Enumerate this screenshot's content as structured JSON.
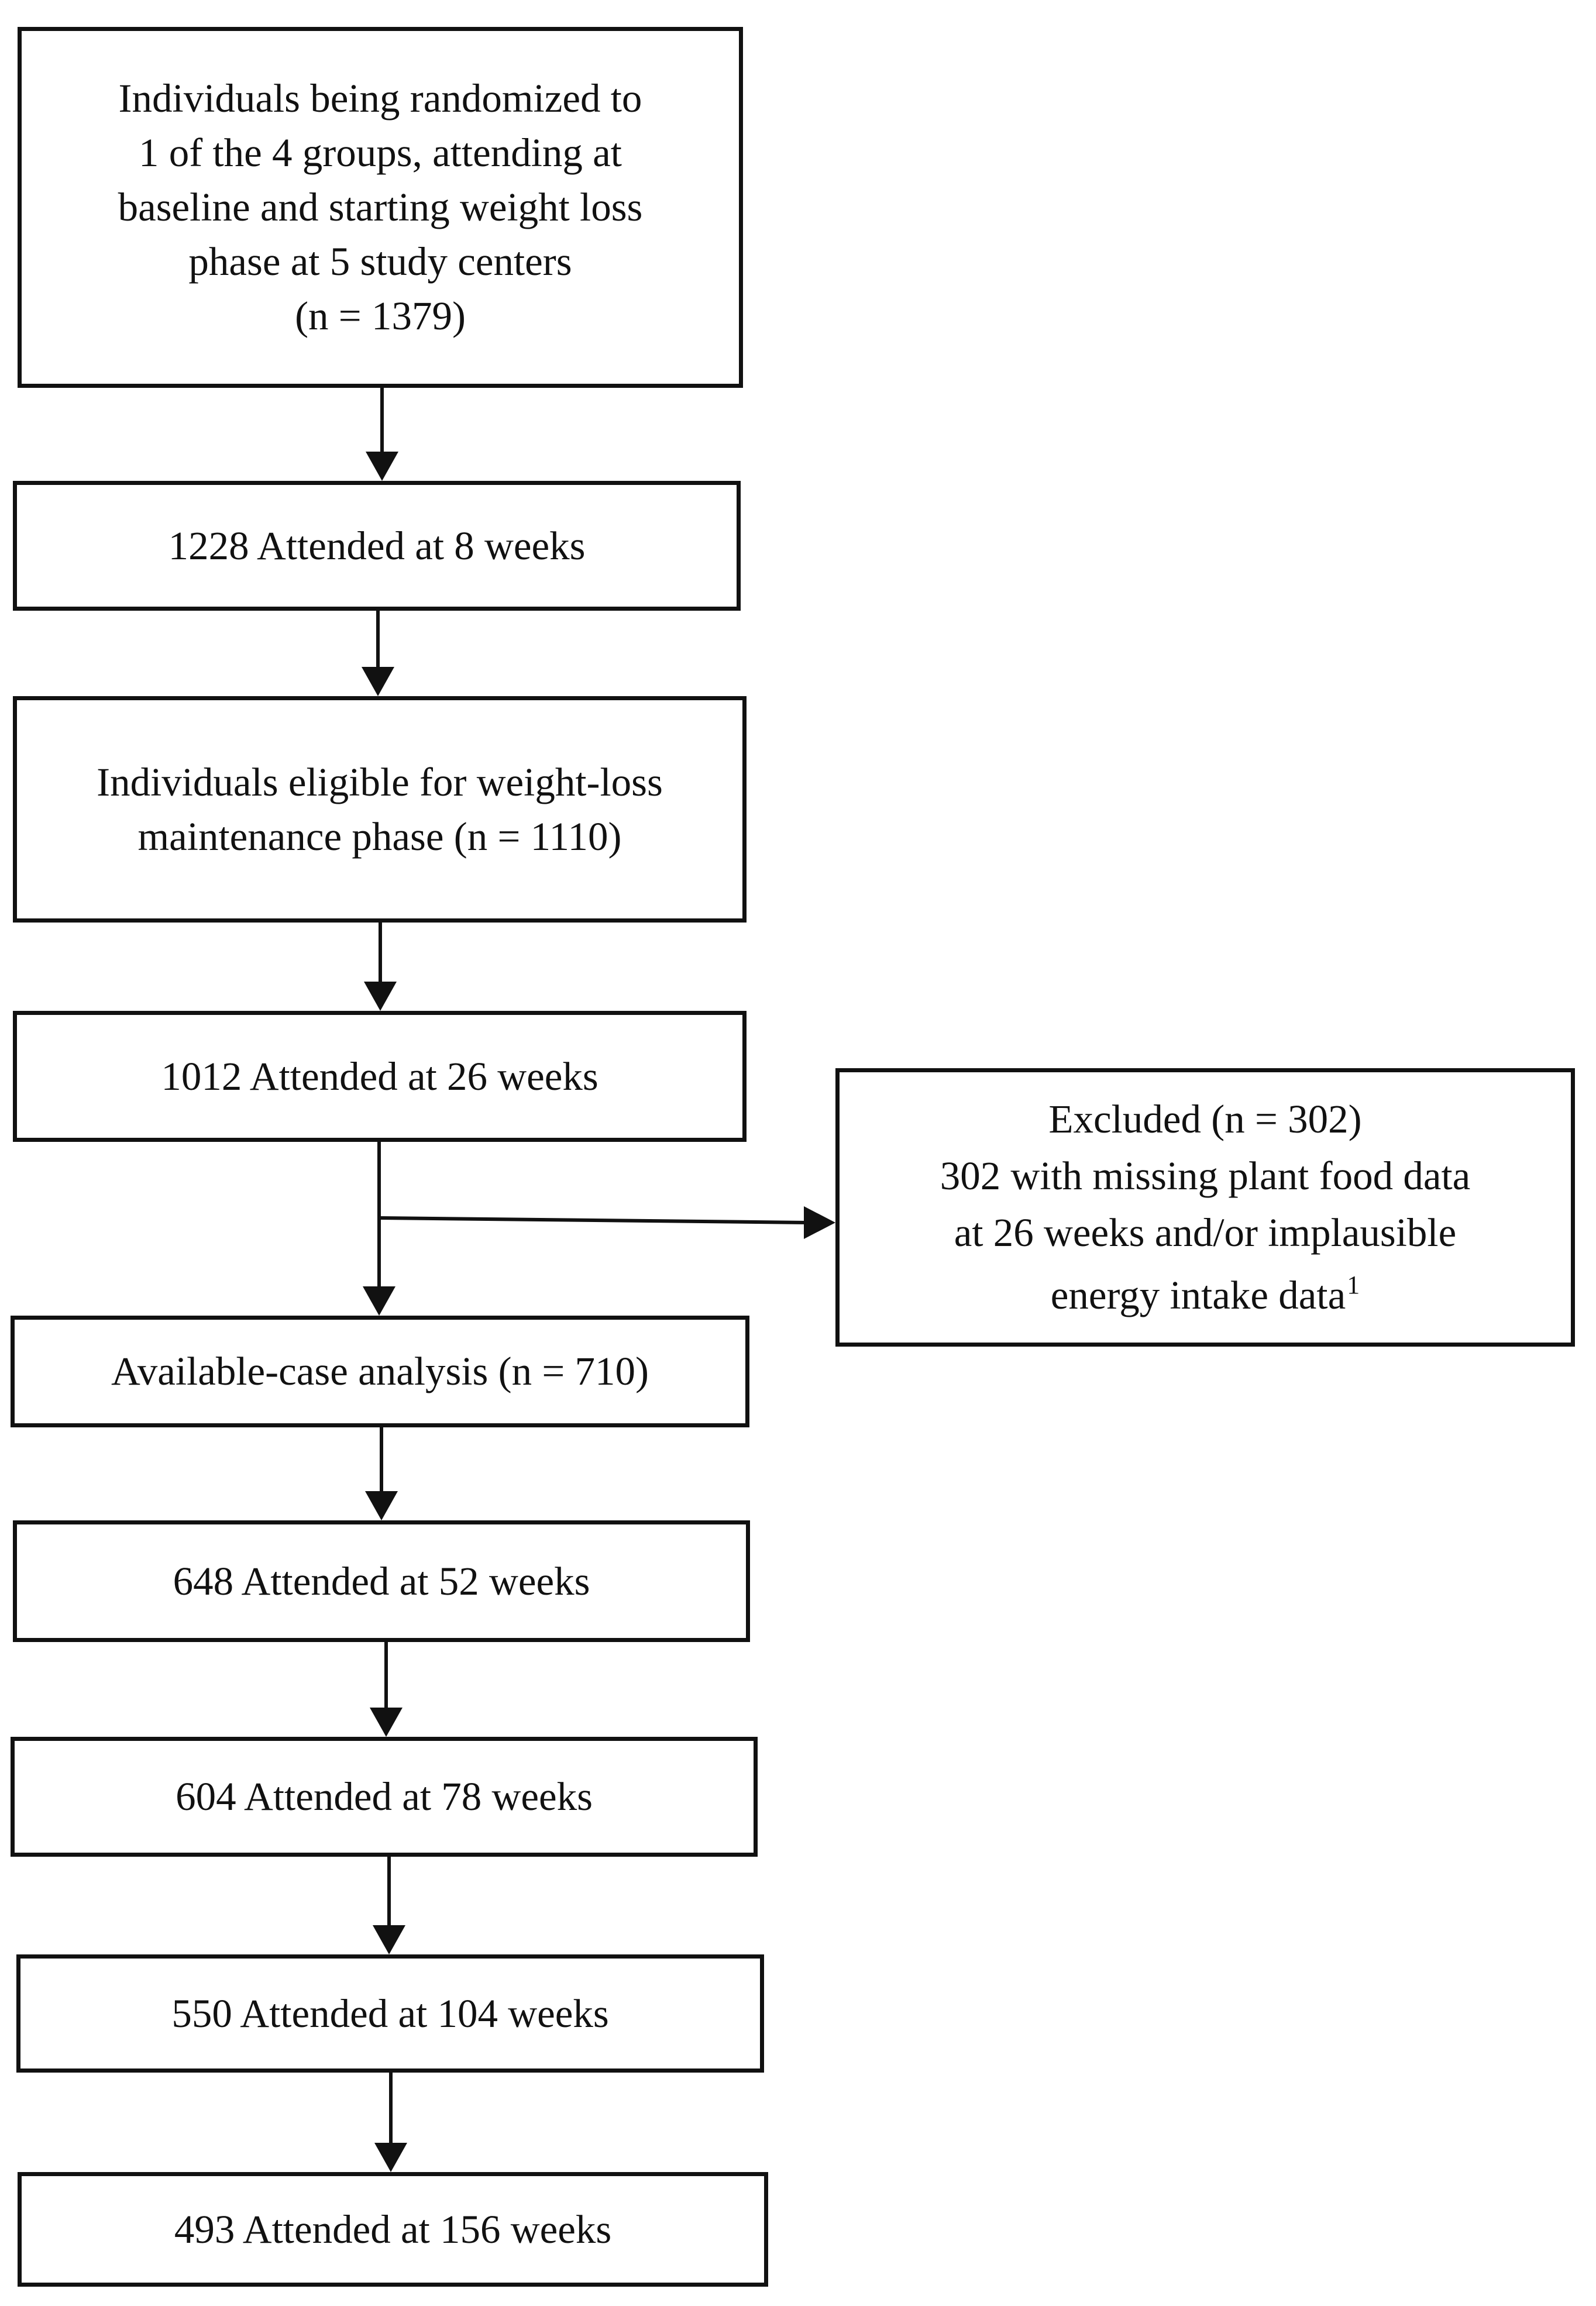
{
  "flowchart": {
    "enrollment": {
      "lines": [
        "Individuals being randomized to",
        "1 of the 4 groups, attending at",
        "baseline and starting weight loss",
        "phase at 5 study centers",
        "(n = 1379)"
      ]
    },
    "week8": {
      "text": "1228 Attended at 8 weeks"
    },
    "eligible": {
      "lines": [
        "Individuals eligible for weight-loss",
        "maintenance phase (n = 1110)"
      ]
    },
    "week26": {
      "text": "1012 Attended at 26 weeks"
    },
    "excluded": {
      "lines": [
        "Excluded (n = 302)",
        "302 with missing plant food data",
        "at 26 weeks and/or implausible"
      ],
      "last_line": "energy intake data",
      "footnote_marker": "1"
    },
    "available_case": {
      "text": "Available-case analysis (n = 710)"
    },
    "week52": {
      "text": "648 Attended at 52 weeks"
    },
    "week78": {
      "text": "604 Attended at 78 weeks"
    },
    "week104": {
      "text": "550 Attended at 104 weeks"
    },
    "week156": {
      "text": "493 Attended at 156 weeks"
    }
  }
}
